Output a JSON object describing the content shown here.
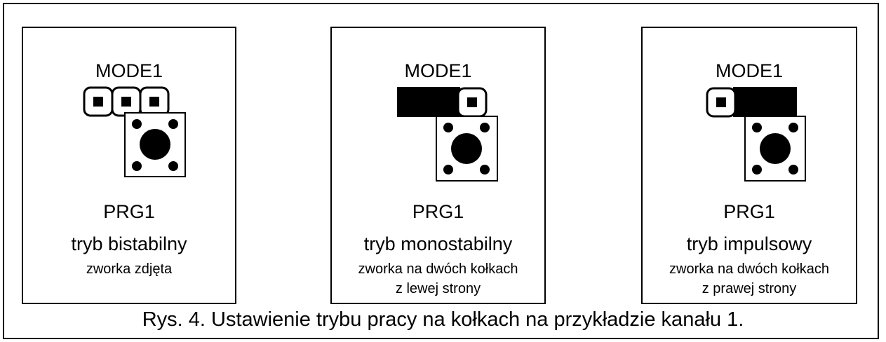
{
  "panels": [
    {
      "mode_label": "MODE1",
      "prg_label": "PRG1",
      "title": "tryb bistabilny",
      "desc_line1": "zworka zdjęta",
      "desc_line2": "",
      "jumper": "none"
    },
    {
      "mode_label": "MODE1",
      "prg_label": "PRG1",
      "title": "tryb monostabilny",
      "desc_line1": "zworka na dwóch kołkach",
      "desc_line2": "z lewej strony",
      "jumper": "left"
    },
    {
      "mode_label": "MODE1",
      "prg_label": "PRG1",
      "title": "tryb impulsowy",
      "desc_line1": "zworka na dwóch kołkach",
      "desc_line2": "z prawej strony",
      "jumper": "right"
    }
  ],
  "caption": "Rys. 4. Ustawienie trybu pracy na kołkach na przykładzie kanału 1.",
  "colors": {
    "ink": "#000000",
    "background": "#ffffff"
  }
}
